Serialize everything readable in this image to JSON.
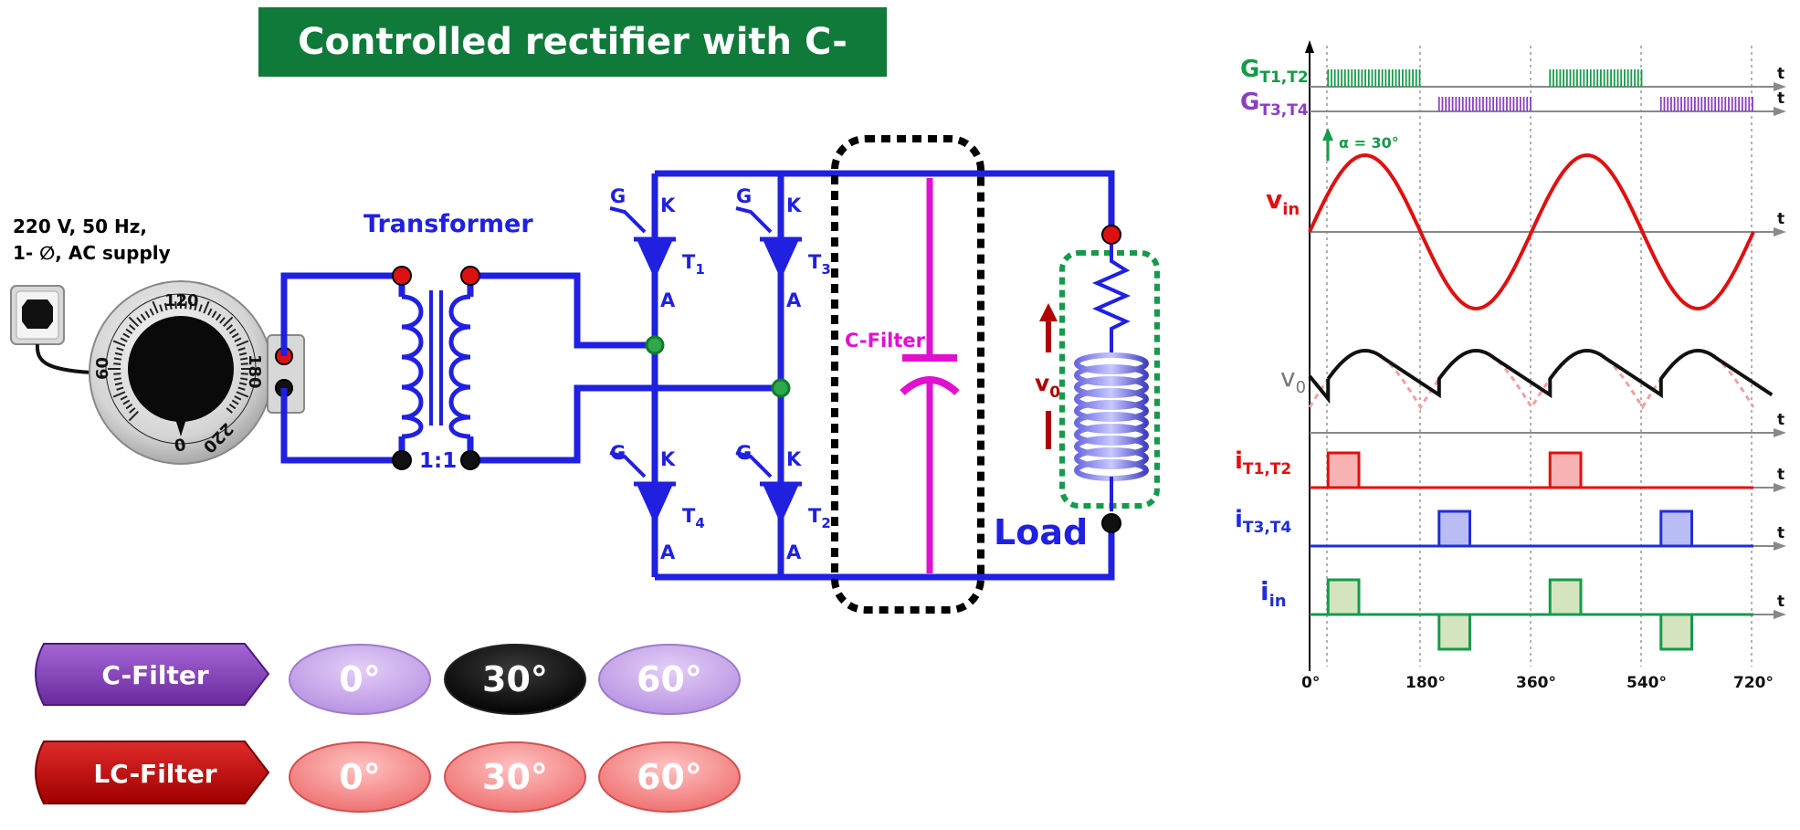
{
  "title": "Controlled rectifier with C-Filter",
  "supply": {
    "line1": "220 V, 50 Hz,",
    "line2": "1- ∅, AC supply",
    "dial_ticks": [
      "60",
      "120",
      "180",
      "220",
      "0"
    ]
  },
  "transformer": {
    "label": "Transformer",
    "ratio": "1:1"
  },
  "thyristors": [
    {
      "name": "T",
      "sub": "1",
      "gate": "G",
      "cathode": "K",
      "anode": "A"
    },
    {
      "name": "T",
      "sub": "3",
      "gate": "G",
      "cathode": "K",
      "anode": "A"
    },
    {
      "name": "T",
      "sub": "4",
      "gate": "G",
      "cathode": "K",
      "anode": "A"
    },
    {
      "name": "T",
      "sub": "2",
      "gate": "G",
      "cathode": "K",
      "anode": "A"
    }
  ],
  "filter": {
    "label": "C-Filter"
  },
  "load": {
    "label": "Load",
    "voltage": "v",
    "voltage_sub": "0"
  },
  "buttons": {
    "c_filter": {
      "label": "C-Filter",
      "options": [
        "0°",
        "30°",
        "60°"
      ],
      "selected": "30°"
    },
    "lc_filter": {
      "label": "LC-Filter",
      "options": [
        "0°",
        "30°",
        "60°"
      ]
    }
  },
  "colors": {
    "wire": "#2020e0",
    "green": "#169a4a",
    "purple": "#8a3fc0",
    "red": "#e01010",
    "blue": "#1f2fd8",
    "magenta": "#e010d0",
    "maroon": "#b00000"
  },
  "waveforms": {
    "time_label": "t",
    "alpha_label": "α = 30°",
    "x_ticks": [
      "0°",
      "180°",
      "360°",
      "540°",
      "720°"
    ],
    "signals": [
      {
        "name": "G",
        "sub": "T1,T2"
      },
      {
        "name": "G",
        "sub": "T3,T4"
      },
      {
        "name": "v",
        "sub": "in"
      },
      {
        "name": "v",
        "sub": "0"
      },
      {
        "name": "i",
        "sub": "T1,T2"
      },
      {
        "name": "i",
        "sub": "T3,T4"
      },
      {
        "name": "i",
        "sub": "in"
      }
    ]
  }
}
